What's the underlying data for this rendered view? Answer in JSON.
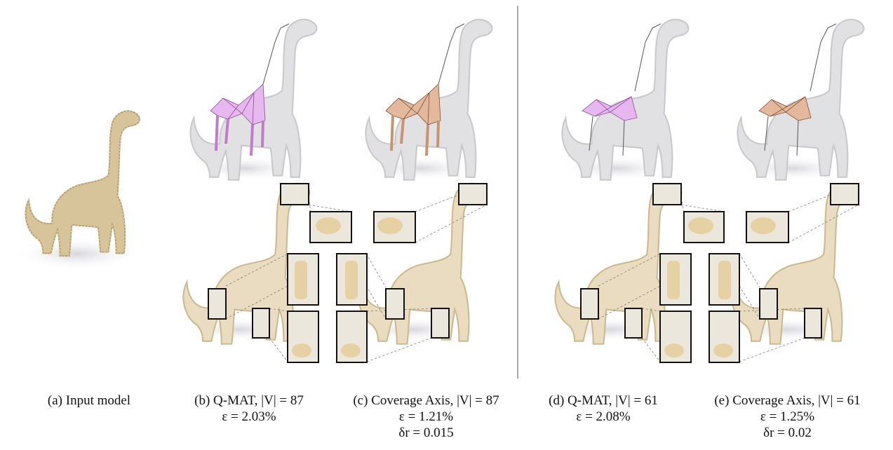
{
  "captions": [
    {
      "label": "(a) Input model"
    },
    {
      "label": "(b) Q-MAT, |V| = 87",
      "error": "ε = 2.03%"
    },
    {
      "label": "(c) Coverage Axis, |V| = 87",
      "error": "ε = 1.21%",
      "delta": "δr = 0.015"
    },
    {
      "label": "(d) Q-MAT, |V| = 61",
      "error": "ε = 2.08%"
    },
    {
      "label": "(e) Coverage Axis, |V| = 61",
      "error": "ε = 1.25%",
      "delta": "δr = 0.02"
    }
  ],
  "colors": {
    "input_model": "#d8c49a",
    "qmat_axis": "#e7b8ef",
    "coverage_axis": "#e3b89c",
    "transparent_shape": "#e1e1e3",
    "reconstruction": "#eadcc0",
    "zoom_frame": "#111111",
    "separator": "#555555"
  }
}
